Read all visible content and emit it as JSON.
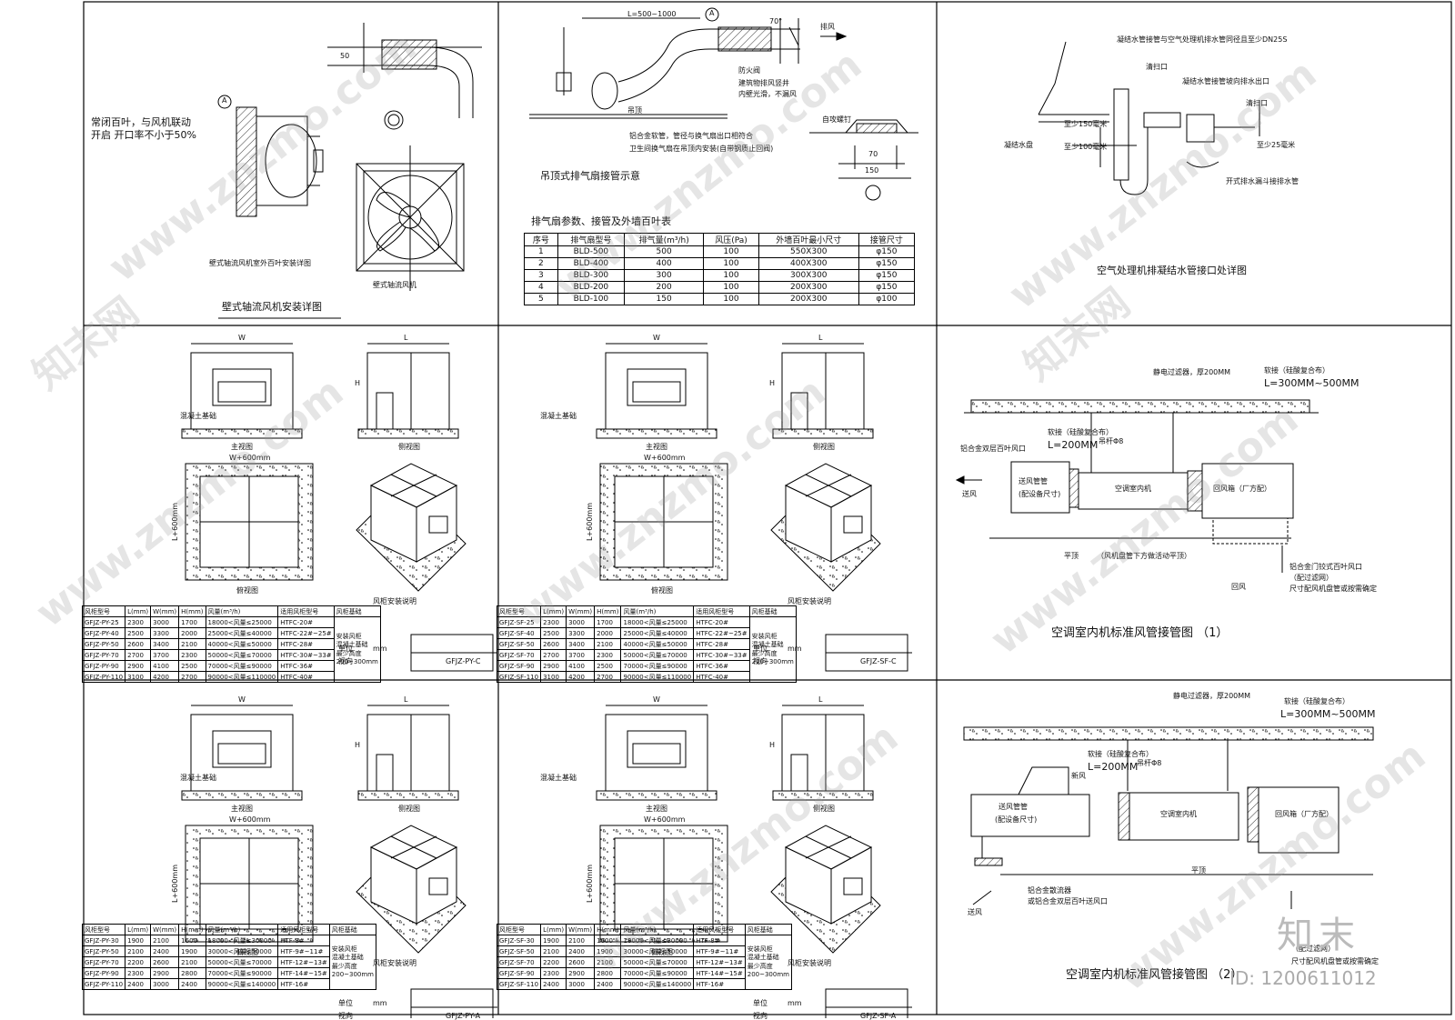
{
  "panel1": {
    "note": "常闭百叶，与风机联动开启 开口率不小于50%",
    "title_main": "壁式轴流风机安装详图",
    "caption_outdoor": "壁式轴流风机室外百叶安装详图",
    "caption_fan": "壁式轴流风机",
    "label_a": "A",
    "label_50": "50"
  },
  "panel2": {
    "dim_l": "L=500~1000",
    "angle": "70°",
    "label_a": "A",
    "label_exhaust": "排风",
    "note_lines": [
      "防火阀",
      "建筑物排风竖井",
      "内壁光滑，不漏风"
    ],
    "note_bottom": [
      "铝合金软管，管径与换气扇出口相符合",
      "卫生间换气扇在吊顶内安装(自带钢质止回阀)"
    ],
    "ceiling": "吊顶",
    "caption": "吊顶式排气扇接管示意",
    "detail_label": "自攻螺钉",
    "dim_70": "70",
    "dim_150": "150",
    "table_title": "排气扇参数、接管及外墙百叶表",
    "table_headers": [
      "序号",
      "排气扇型号",
      "排气量(m³/h)",
      "风压(Pa)",
      "外墙百叶最小尺寸",
      "接管尺寸"
    ],
    "table_rows": [
      [
        "1",
        "BLD-500",
        "500",
        "100",
        "550X300",
        "φ150"
      ],
      [
        "2",
        "BLD-400",
        "400",
        "100",
        "400X300",
        "φ150"
      ],
      [
        "3",
        "BLD-300",
        "300",
        "100",
        "300X300",
        "φ150"
      ],
      [
        "4",
        "BLD-200",
        "200",
        "100",
        "200X300",
        "φ150"
      ],
      [
        "5",
        "BLD-100",
        "150",
        "100",
        "200X300",
        "φ100"
      ]
    ]
  },
  "panel3": {
    "top_note": "凝结水管接管与空气处理机排水管同径且至少DN25S",
    "cleanout1": "清扫口",
    "drain_note": "凝结水管接管坡向排水出口",
    "cleanout2": "清扫口",
    "dim1": "至少150毫米",
    "dim2": "至少100毫米",
    "tray": "凝结水盘",
    "dim3": "至少25毫米",
    "funnel": "开式排水漏斗接排水管",
    "caption": "空气处理机排凝结水管接口处详图"
  },
  "ahu": {
    "w": "W",
    "l": "L",
    "h": "H",
    "front": "主视图",
    "side": "侧视图",
    "top": "俯视图",
    "w600": "W+600mm",
    "l600": "L+600mm",
    "base": "混凝土基础",
    "notes_title": "风柜安装说明",
    "unit": "单位",
    "view": "视向",
    "mm": "mm",
    "hdr": [
      "风柜型号",
      "L(mm)",
      "W(mm)",
      "H(mm)",
      "风量(m³/h)",
      "适用风柜型号",
      "风柜基础"
    ],
    "side_note": [
      "安装风柜",
      "混凝土基础",
      "最少高度",
      "200~300mm"
    ],
    "c_codes": [
      "GFJZ-PY-C",
      "GFJZ-SF-C"
    ],
    "a_codes": [
      "GFJZ-PY-A",
      "GFJZ-SF-A"
    ],
    "rows_py_c": [
      [
        "GFJZ-PY-25",
        "2300",
        "3000",
        "1700",
        "18000<风量≤25000",
        "HTFC-20#"
      ],
      [
        "GFJZ-PY-40",
        "2500",
        "3300",
        "2000",
        "25000<风量≤40000",
        "HTFC-22#~25#"
      ],
      [
        "GFJZ-PY-50",
        "2600",
        "3400",
        "2100",
        "40000<风量≤50000",
        "HTFC-28#"
      ],
      [
        "GFJZ-PY-70",
        "2700",
        "3700",
        "2300",
        "50000<风量≤70000",
        "HTFC-30#~33#"
      ],
      [
        "GFJZ-PY-90",
        "2900",
        "4100",
        "2500",
        "70000<风量≤90000",
        "HTFC-36#"
      ],
      [
        "GFJZ-PY-110",
        "3100",
        "4200",
        "2700",
        "90000<风量≤110000",
        "HTFC-40#"
      ]
    ],
    "rows_sf_c": [
      [
        "GFJZ-SF-25",
        "2300",
        "3000",
        "1700",
        "18000<风量≤25000",
        "HTFC-20#"
      ],
      [
        "GFJZ-SF-40",
        "2500",
        "3300",
        "2000",
        "25000<风量≤40000",
        "HTFC-22#~25#"
      ],
      [
        "GFJZ-SF-50",
        "2600",
        "3400",
        "2100",
        "40000<风量≤50000",
        "HTFC-28#"
      ],
      [
        "GFJZ-SF-70",
        "2700",
        "3700",
        "2300",
        "50000<风量≤70000",
        "HTFC-30#~33#"
      ],
      [
        "GFJZ-SF-90",
        "2900",
        "4100",
        "2500",
        "70000<风量≤90000",
        "HTFC-36#"
      ],
      [
        "GFJZ-SF-110",
        "3100",
        "4200",
        "2700",
        "90000<风量≤110000",
        "HTFC-40#"
      ]
    ],
    "rows_py_a": [
      [
        "GFJZ-PY-30",
        "1900",
        "2100",
        "1600",
        "18000<风量≤30000",
        "HTF-8#"
      ],
      [
        "GFJZ-PY-50",
        "2100",
        "2400",
        "1900",
        "30000<风量≤50000",
        "HTF-9#~11#"
      ],
      [
        "GFJZ-PY-70",
        "2200",
        "2600",
        "2100",
        "50000<风量≤70000",
        "HTF-12#~13#"
      ],
      [
        "GFJZ-PY-90",
        "2300",
        "2900",
        "2800",
        "70000<风量≤90000",
        "HTF-14#~15#"
      ],
      [
        "GFJZ-PY-110",
        "2400",
        "3000",
        "2400",
        "90000<风量≤140000",
        "HTF-16#"
      ]
    ],
    "rows_sf_a": [
      [
        "GFJZ-SF-30",
        "1900",
        "2100",
        "1600",
        "18000<风量≤30000",
        "HTF-8#"
      ],
      [
        "GFJZ-SF-50",
        "2100",
        "2400",
        "1900",
        "30000<风量≤50000",
        "HTF-9#~11#"
      ],
      [
        "GFJZ-SF-70",
        "2200",
        "2600",
        "2100",
        "50000<风量≤70000",
        "HTF-12#~13#"
      ],
      [
        "GFJZ-SF-90",
        "2300",
        "2900",
        "2800",
        "70000<风量≤90000",
        "HTF-14#~15#"
      ],
      [
        "GFJZ-SF-110",
        "2400",
        "3000",
        "2400",
        "90000<风量≤140000",
        "HTF-16#"
      ]
    ]
  },
  "duct1": {
    "filter": "静电过滤器，厚200MM",
    "flex": "软接（硅酸复合布）",
    "flex_len": "L=300MM~500MM",
    "flex_small": "软接（硅酸复合布）",
    "flex_small_len": "L=200MM",
    "hanger": "吊杆Φ8",
    "louver": "铝合金双层百叶风口",
    "supply_arrow": "送风",
    "supply_duct": "送风管管",
    "supply_duct_sub": "(配设备尺寸)",
    "unit": "空调室内机",
    "return_box": "回风箱（厂方配）",
    "ceiling": "平顶",
    "ceiling_note": "（风机盘管下方做活动平顶）",
    "return_louver": [
      "铝合金门铰式百叶风口",
      "（配过滤网）",
      "尺寸配风机盘管或按需确定"
    ],
    "return": "回风",
    "caption": "空调室内机标准风管接管图 （1）"
  },
  "duct2": {
    "filter": "静电过滤器，厚200MM",
    "flex": "软接（硅酸复合布）",
    "flex_len": "L=300MM~500MM",
    "flex_small": "软接（硅酸复合布）",
    "flex_small_len": "L=200MM",
    "hanger": "吊杆Φ8",
    "fresh": "新风",
    "supply_duct": "送风管管",
    "supply_duct_sub": "(配设备尺寸)",
    "unit": "空调室内机",
    "return_box": "回风箱（厂方配）",
    "ceiling": "平顶",
    "diffuser": [
      "铝合金散流器",
      "或铝合金双层百叶送风口"
    ],
    "supply": "送风",
    "return_louver": [
      "（配过滤网）",
      "尺寸配风机盘管或按需确定"
    ],
    "caption": "空调室内机标准风管接管图 （2）"
  },
  "brand": {
    "logo": "知末",
    "id": "ID: 1200611012",
    "watermark": "www.znzmo.com",
    "watermark_cn": "知末网"
  }
}
